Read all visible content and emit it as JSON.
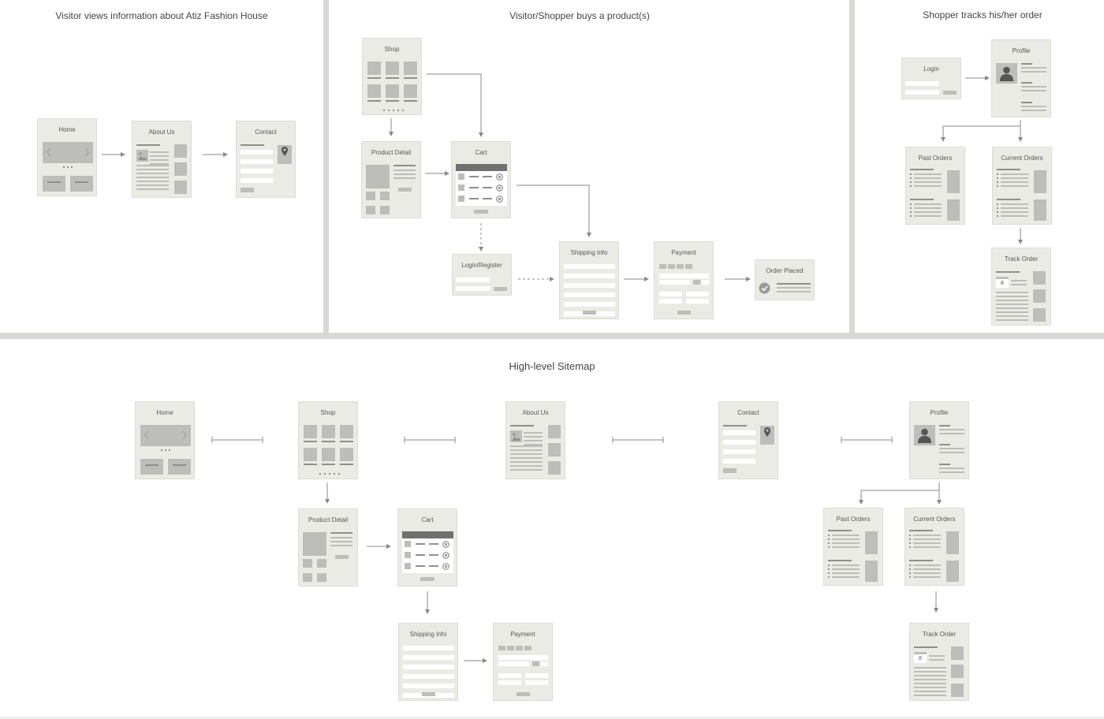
{
  "sections": {
    "visitor_info": "Visitor views information about Atiz Fashion House",
    "shopper_buys": "Visitor/Shopper buys a product(s)",
    "shopper_tracks": "Shopper tracks his/her order",
    "sitemap": "High-level Sitemap"
  },
  "frames": {
    "home": "Home",
    "about": "About Us",
    "contact": "Contact",
    "shop": "Shop",
    "product_detail": "Product Detail",
    "cart": "Cart",
    "login_register": "Login/Register",
    "shipping": "Shipping Info",
    "payment": "Payment",
    "order_placed": "Order Placed",
    "login": "Login",
    "profile": "Profile",
    "past_orders": "Past Orders",
    "current_orders": "Current Orders",
    "track_order": "Track Order"
  },
  "icons": {
    "image": "image-icon",
    "pin": "location-pin-icon",
    "remove": "remove-x-icon",
    "check": "check-circle-icon",
    "user": "user-avatar-icon",
    "calendar": "calendar-icon",
    "arrow": "arrow-icon"
  },
  "calendar_day": "8",
  "colors": {
    "frame": "#ebebe6",
    "placeholder": "#bdbdb9",
    "line": "#8f8f8b",
    "connector": "#888888",
    "divider": "#d8d8d6"
  }
}
